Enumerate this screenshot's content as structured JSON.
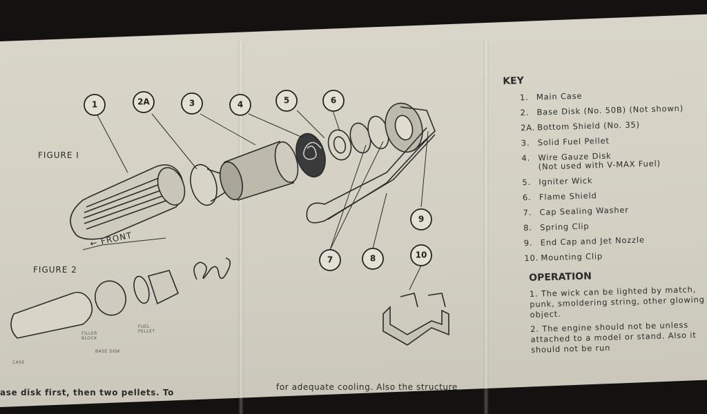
{
  "figures": {
    "figure1_label": "FIGURE I",
    "figure2_label": "FIGURE 2",
    "front_label": "FRONT",
    "callouts": [
      "1",
      "2A",
      "3",
      "4",
      "5",
      "6",
      "7",
      "8",
      "9",
      "10"
    ],
    "fig2_labels": {
      "case": "CASE",
      "filler_block": "FILLER\nBLOCK",
      "base_disk": "BASE DISK",
      "fuel_pellet": "FUEL\nPELLET"
    }
  },
  "key": {
    "title": "KEY",
    "items": [
      {
        "num": "1.",
        "text": "Main Case"
      },
      {
        "num": "2.",
        "text": "Base Disk (No. 50B) (Not shown)"
      },
      {
        "num": "2A.",
        "text": "Bottom Shield (No. 35)"
      },
      {
        "num": "3.",
        "text": "Solid Fuel Pellet"
      },
      {
        "num": "4.",
        "text": "Wire Gauze Disk\n(Not used with V-MAX Fuel)"
      },
      {
        "num": "5.",
        "text": "Igniter Wick"
      },
      {
        "num": "6.",
        "text": "Flame Shield"
      },
      {
        "num": "7.",
        "text": "Cap Sealing Washer"
      },
      {
        "num": "8.",
        "text": "Spring Clip"
      },
      {
        "num": "9.",
        "text": "End Cap and Jet Nozzle"
      },
      {
        "num": "10.",
        "text": "Mounting Clip"
      }
    ]
  },
  "operation": {
    "title": "OPERATION",
    "paragraphs": [
      "1. The wick can be lighted by match, punk, smoldering string, other glowing object.",
      "2. The engine should not be unless attached to a model or stand. Also it should not be run"
    ]
  },
  "bottom_text": {
    "left": "ase disk first, then two pellets. To",
    "middle": "for adequate cooling. Also the structure"
  }
}
